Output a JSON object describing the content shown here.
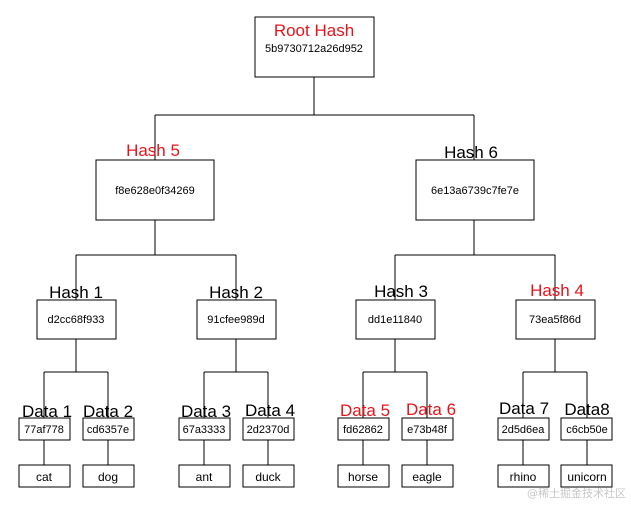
{
  "nodes": {
    "root": {
      "label": "Root Hash",
      "hash": "5b9730712a26d952",
      "highlight": true
    },
    "h5": {
      "label": "Hash 5",
      "hash": "f8e628e0f34269",
      "highlight": true
    },
    "h6": {
      "label": "Hash 6",
      "hash": "6e13a6739c7fe7e",
      "highlight": false
    },
    "h1": {
      "label": "Hash 1",
      "hash": "d2cc68f933",
      "highlight": false
    },
    "h2": {
      "label": "Hash 2",
      "hash": "91cfee989d",
      "highlight": false
    },
    "h3": {
      "label": "Hash 3",
      "hash": "dd1e11840",
      "highlight": false
    },
    "h4": {
      "label": "Hash 4",
      "hash": "73ea5f86d",
      "highlight": true
    },
    "d1": {
      "label": "Data 1",
      "hash": "77af778",
      "value": "cat",
      "highlight": false
    },
    "d2": {
      "label": "Data 2",
      "hash": "cd6357e",
      "value": "dog",
      "highlight": false
    },
    "d3": {
      "label": "Data 3",
      "hash": "67a3333",
      "value": "ant",
      "highlight": false
    },
    "d4": {
      "label": "Data 4",
      "hash": "2d2370d",
      "value": "duck",
      "highlight": false
    },
    "d5": {
      "label": "Data 5",
      "hash": "fd62862",
      "value": "horse",
      "highlight": true
    },
    "d6": {
      "label": "Data 6",
      "hash": "e73b48f",
      "value": "eagle",
      "highlight": true
    },
    "d7": {
      "label": "Data 7",
      "hash": "2d5d6ea",
      "value": "rhino",
      "highlight": false
    },
    "d8": {
      "label": "Data8",
      "hash": "c6cb50e",
      "value": "unicorn",
      "highlight": false
    }
  },
  "colors": {
    "highlight": "#e8141b",
    "normal": "#000000"
  },
  "watermark": "@稀土掘金技术社区"
}
